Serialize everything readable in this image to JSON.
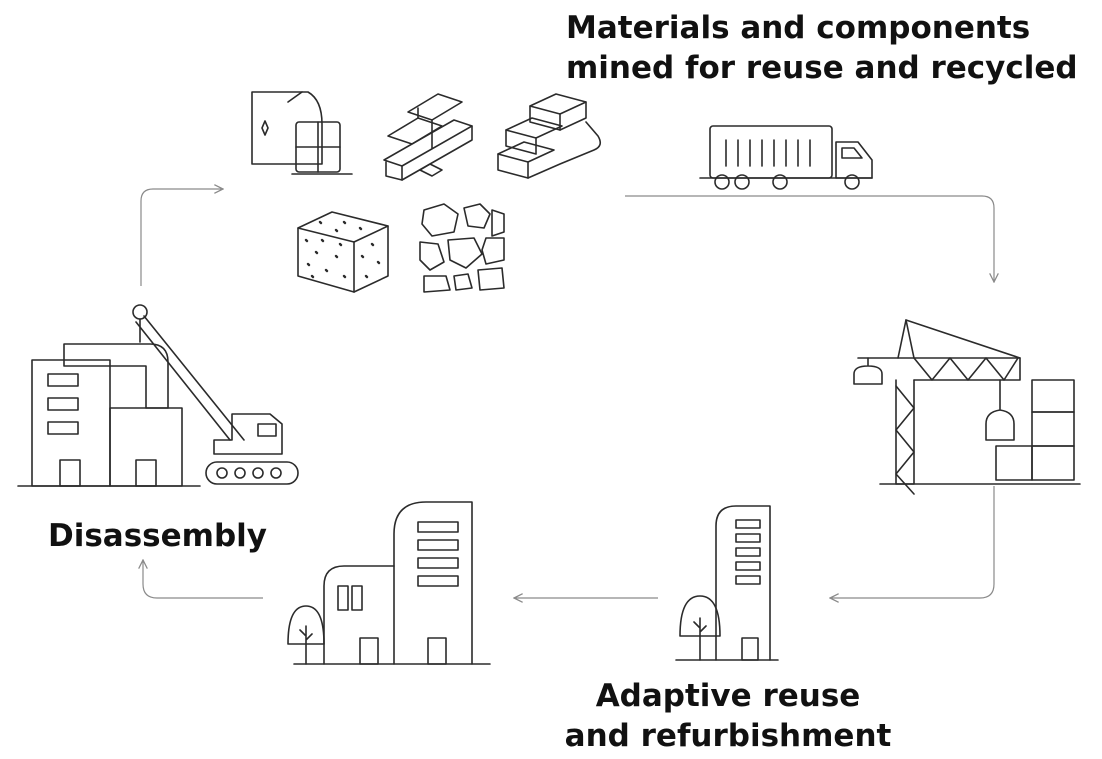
{
  "labels": {
    "materials_line1": "Materials and components",
    "materials_line2": "mined for reuse and recycled",
    "disassembly": "Disassembly",
    "adaptive_line1": "Adaptive reuse",
    "adaptive_line2": "and refurbishment"
  },
  "icons": [
    "window-panel-icon",
    "steel-beams-icon",
    "bricks-icon",
    "concrete-block-icon",
    "stones-icon",
    "truck-icon",
    "crane-construction-icon",
    "office-building-icon",
    "refurbished-building-icon",
    "demolition-crane-icon"
  ],
  "colors": {
    "stroke": "#2b2b2b",
    "arrow": "#8a8a8a",
    "text": "#111111"
  }
}
